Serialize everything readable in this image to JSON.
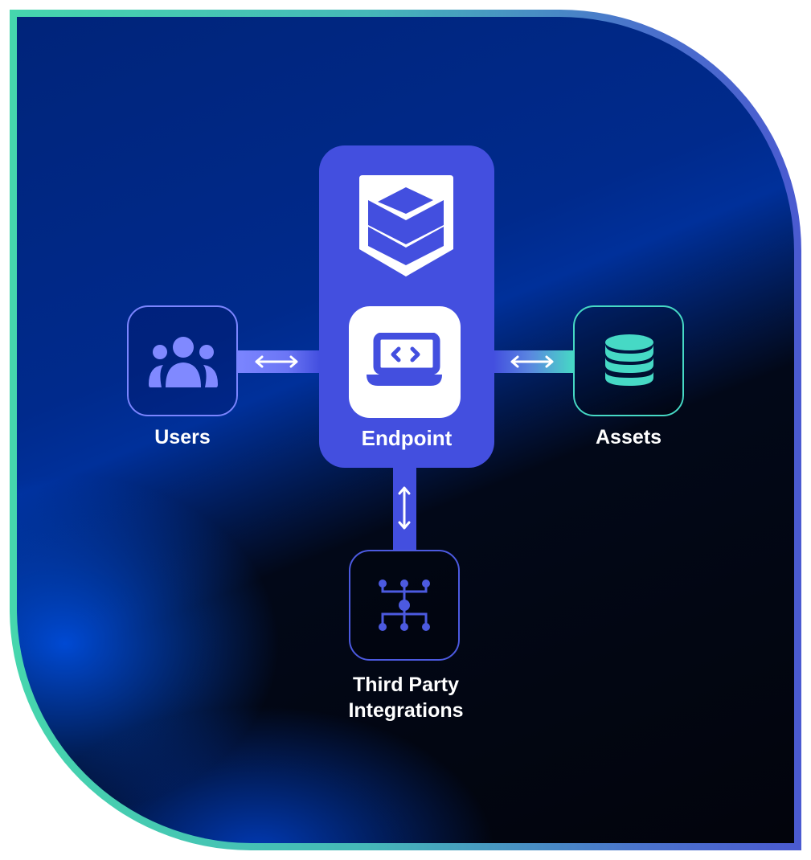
{
  "nodes": {
    "endpoint": {
      "label": "Endpoint",
      "icon": "laptop-code-icon"
    },
    "users": {
      "label": "Users",
      "icon": "users-group-icon"
    },
    "assets": {
      "label": "Assets",
      "icon": "database-icon"
    },
    "integrations": {
      "label_line1": "Third Party",
      "label_line2": "Integrations",
      "icon": "network-tree-icon"
    }
  },
  "logo": {
    "icon": "stacked-shield-logo-icon"
  },
  "colors": {
    "endpoint": "#434fdf",
    "users": "#7b85ff",
    "assets": "#46d9c5",
    "integrations": "#4c5ae0"
  }
}
